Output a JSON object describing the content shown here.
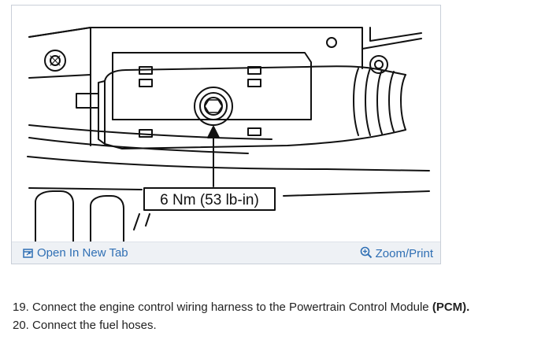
{
  "figure": {
    "callout_label": "6 Nm (53 lb-in)",
    "toolbar": {
      "open_tab_label": "Open In New Tab",
      "open_tab_icon": "external-link-icon",
      "zoom_label": "Zoom/Print",
      "zoom_icon": "magnifier-plus-icon",
      "link_color": "#2f6fb4"
    }
  },
  "steps": [
    {
      "number": "19.",
      "text": "Connect the engine control wiring harness to the Powertrain Control Module",
      "emphasis": "(PCM)",
      "suffix": "."
    },
    {
      "number": "20.",
      "text": "Connect the fuel hoses.",
      "emphasis": "",
      "suffix": ""
    }
  ]
}
